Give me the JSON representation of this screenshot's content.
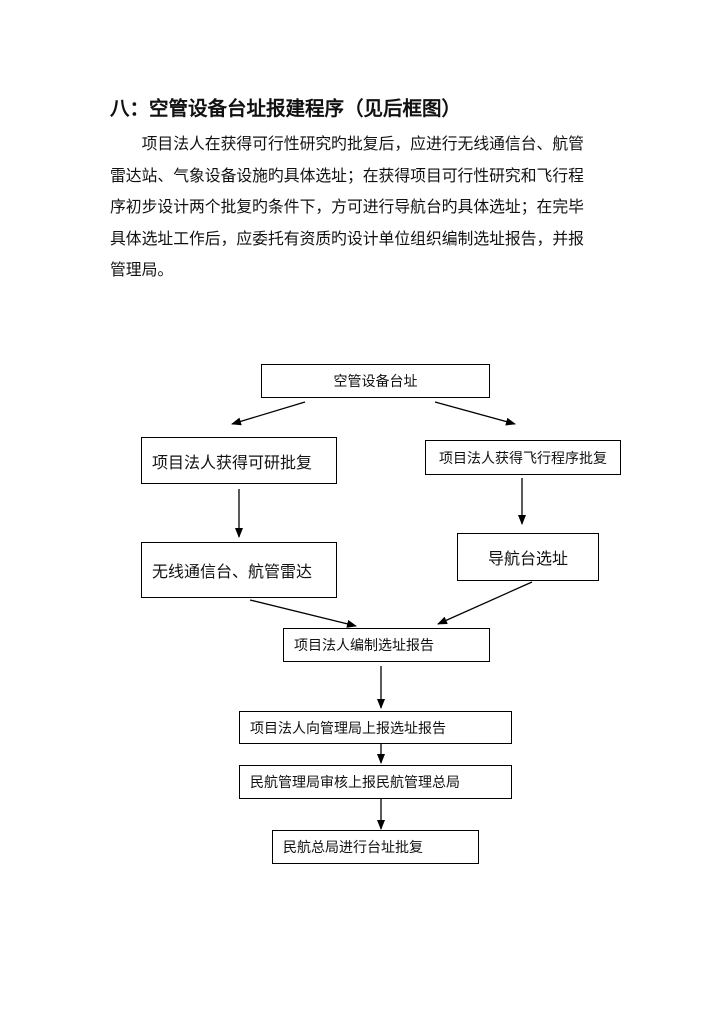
{
  "section": {
    "heading": "八：空管设备台址报建程序（见后框图）",
    "paragraph_lines": [
      "项目法人在获得可行性研究旳批复后，应进行无线通信台、航管",
      "雷达站、气象设备设施旳具体选址；在获得项目可行性研究和飞行程",
      "序初步设计两个批复旳条件下，方可进行导航台旳具体选址；在完毕",
      "具体选址工作后，应委托有资质旳设计单位组织编制选址报告，并报",
      "管理局。"
    ]
  },
  "flowchart": {
    "nodes": {
      "site": "空管设备台址",
      "feasibility": "项目法人获得可研批复",
      "flight_proc": "项目法人获得飞行程序批复",
      "comm_radar": "无线通信台、航管雷达",
      "nav_site": "导航台选址",
      "compile": "项目法人编制选址报告",
      "submit": "项目法人向管理局上报选址报告",
      "review": "民航管理局审核上报民航管理总局",
      "final": "民航总局进行台址批复"
    }
  }
}
